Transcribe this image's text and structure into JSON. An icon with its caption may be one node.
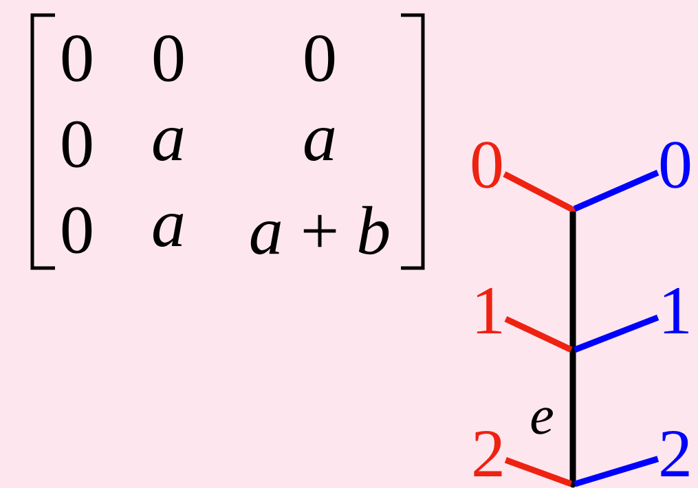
{
  "diagram": {
    "nodes": [
      {
        "text": [
          "0"
        ]
      },
      {
        "text": [
          "0"
        ]
      },
      {
        "text": [],
        "shape": "point"
      },
      {
        "text": [
          "1"
        ]
      },
      {
        "text": [
          "1"
        ]
      },
      {
        "text": [],
        "shape": "point"
      },
      {
        "text": [
          "2"
        ]
      },
      {
        "text": [
          "2"
        ]
      },
      {
        "text": [],
        "shape": "point"
      }
    ],
    "edges": [
      {
        "from": 0,
        "to": 2,
        "arrow": "none",
        "color": "#ee2211"
      },
      {
        "from": 2,
        "to": 1,
        "arrow": "none",
        "color": "#0000ff"
      },
      {
        "from": 2,
        "to": 5,
        "arrow": "none",
        "color": "#000000"
      },
      {
        "from": 3,
        "to": 5,
        "arrow": "none",
        "color": "#ee2211"
      },
      {
        "from": 5,
        "to": 4,
        "arrow": "none",
        "color": "#0000ff"
      },
      {
        "from": 5,
        "to": 8,
        "arrow": "none",
        "label": "*e*",
        "color": "#000000"
      },
      {
        "from": 6,
        "to": 8,
        "arrow": "none",
        "color": "#ee2211"
      },
      {
        "from": 8,
        "to": 7,
        "arrow": "none",
        "color": "#0000ff"
      }
    ],
    "labels": [
      "0",
      "0",
      "0",
      "0",
      "*a*",
      "*a*",
      "0",
      "*a*",
      "*a* + *b*"
    ]
  }
}
